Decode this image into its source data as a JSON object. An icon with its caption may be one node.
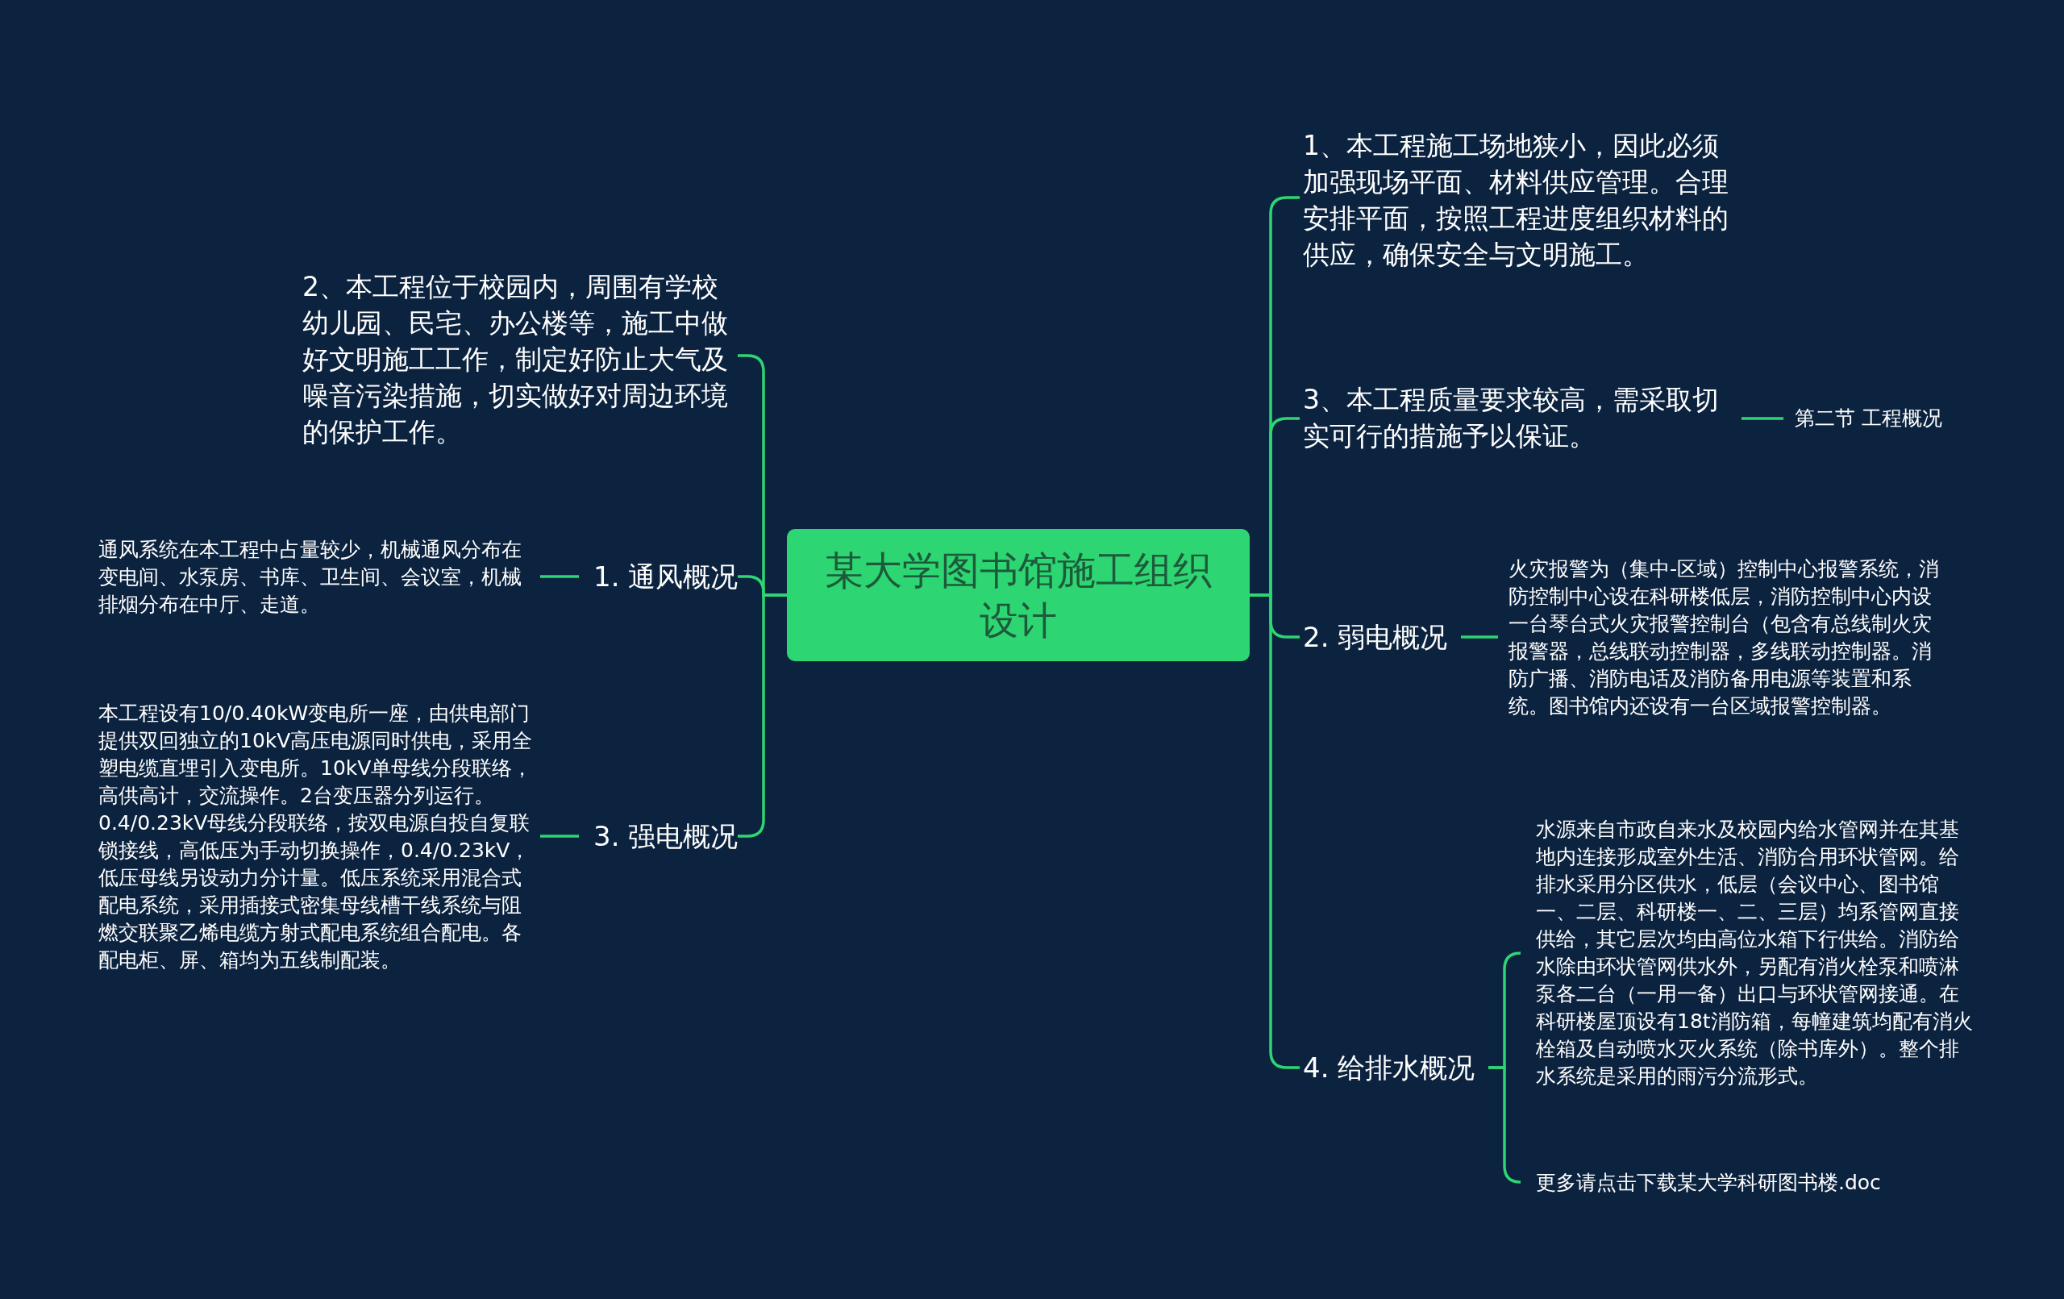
{
  "diagram": {
    "nodes": [
      {
        "text": [
          "某大学图书馆施工组织设计"
        ]
      },
      {
        "text": [
          "2、本工程位于校园内，周围有学校幼儿园、民宅、办公楼等，施工中做好文明施工工作，制定好防止大气及噪音污染措施，切实做好对周边环境的保护工作。"
        ]
      },
      {
        "text": [
          "1. 通风概况"
        ]
      },
      {
        "text": [
          "通风系统在本工程中占量较少，机械通风分布在变电间、水泵房、书库、卫生间、会议室，机械排烟分布在中厅、走道。"
        ]
      },
      {
        "text": [
          "3. 强电概况"
        ]
      },
      {
        "text": [
          "本工程设有10/0.40kW变电所一座，由供电部门提供双回独立的10kV高压电源同时供电，采用全塑电缆直埋引入变电所。10kV单母线分段联络，高供高计，交流操作。2台变压器分列运行。0.4/0.23kV母线分段联络，按双电源自投自复联锁接线，高低压为手动切换操作，0.4/0.23kV，低压母线另设动力分计量。低压系统采用混合式配电系统，采用插接式密集母线槽干线系统与阻燃交联聚乙烯电缆方射式配电系统组合配电。各配电柜、屏、箱均为五线制配装。"
        ]
      },
      {
        "text": [
          "1、本工程施工场地狭小，因此必须加强现场平面、材料供应管理。合理安排平面，按照工程进度组织材料的供应，确保安全与文明施工。"
        ]
      },
      {
        "text": [
          "3、本工程质量要求较高，需采取切实可行的措施予以保证。"
        ]
      },
      {
        "text": [
          "第二节 工程概况"
        ]
      },
      {
        "text": [
          "2. 弱电概况"
        ]
      },
      {
        "text": [
          "火灾报警为（集中-区域）控制中心报警系统，消防控制中心设在科研楼低层，消防控制中心内设一台琴台式火灾报警控制台（包含有总线制火灾报警器，总线联动控制器，多线联动控制器。消防广播、消防电话及消防备用电源等装置和系统。图书馆内还设有一台区域报警控制器。"
        ]
      },
      {
        "text": [
          "4. 给排水概况"
        ]
      },
      {
        "text": [
          "水源来自市政自来水及校园内给水管网并在其基地内连接形成室外生活、消防合用环状管网。给排水采用分区供水，低层（会议中心、图书馆一、二层、科研楼一、二、三层）均系管网直接供给，其它层次均由高位水箱下行供给。消防给水除由环状管网供水外，另配有消火栓泵和喷淋泵各二台（一用一备）出口与环状管网接通。在科研楼屋顶设有18t消防箱，每幢建筑均配有消火栓箱及自动喷水灭火系统（除书库外）。整个排水系统是采用的雨污分流形式。"
        ]
      },
      {
        "text": [
          "更多请点击下载某大学科研图书楼.doc"
        ]
      }
    ],
    "edges": [
      {
        "from": 0,
        "to": 1,
        "arrow": "none"
      },
      {
        "from": 0,
        "to": 2,
        "arrow": "none"
      },
      {
        "from": 0,
        "to": 4,
        "arrow": "none"
      },
      {
        "from": 2,
        "to": 3,
        "arrow": "none"
      },
      {
        "from": 4,
        "to": 5,
        "arrow": "none"
      },
      {
        "from": 0,
        "to": 6,
        "arrow": "none"
      },
      {
        "from": 0,
        "to": 7,
        "arrow": "none"
      },
      {
        "from": 0,
        "to": 9,
        "arrow": "none"
      },
      {
        "from": 0,
        "to": 11,
        "arrow": "none"
      },
      {
        "from": 7,
        "to": 8,
        "arrow": "none"
      },
      {
        "from": 9,
        "to": 10,
        "arrow": "none"
      },
      {
        "from": 11,
        "to": 12,
        "arrow": "none"
      },
      {
        "from": 11,
        "to": 13,
        "arrow": "none"
      }
    ]
  }
}
